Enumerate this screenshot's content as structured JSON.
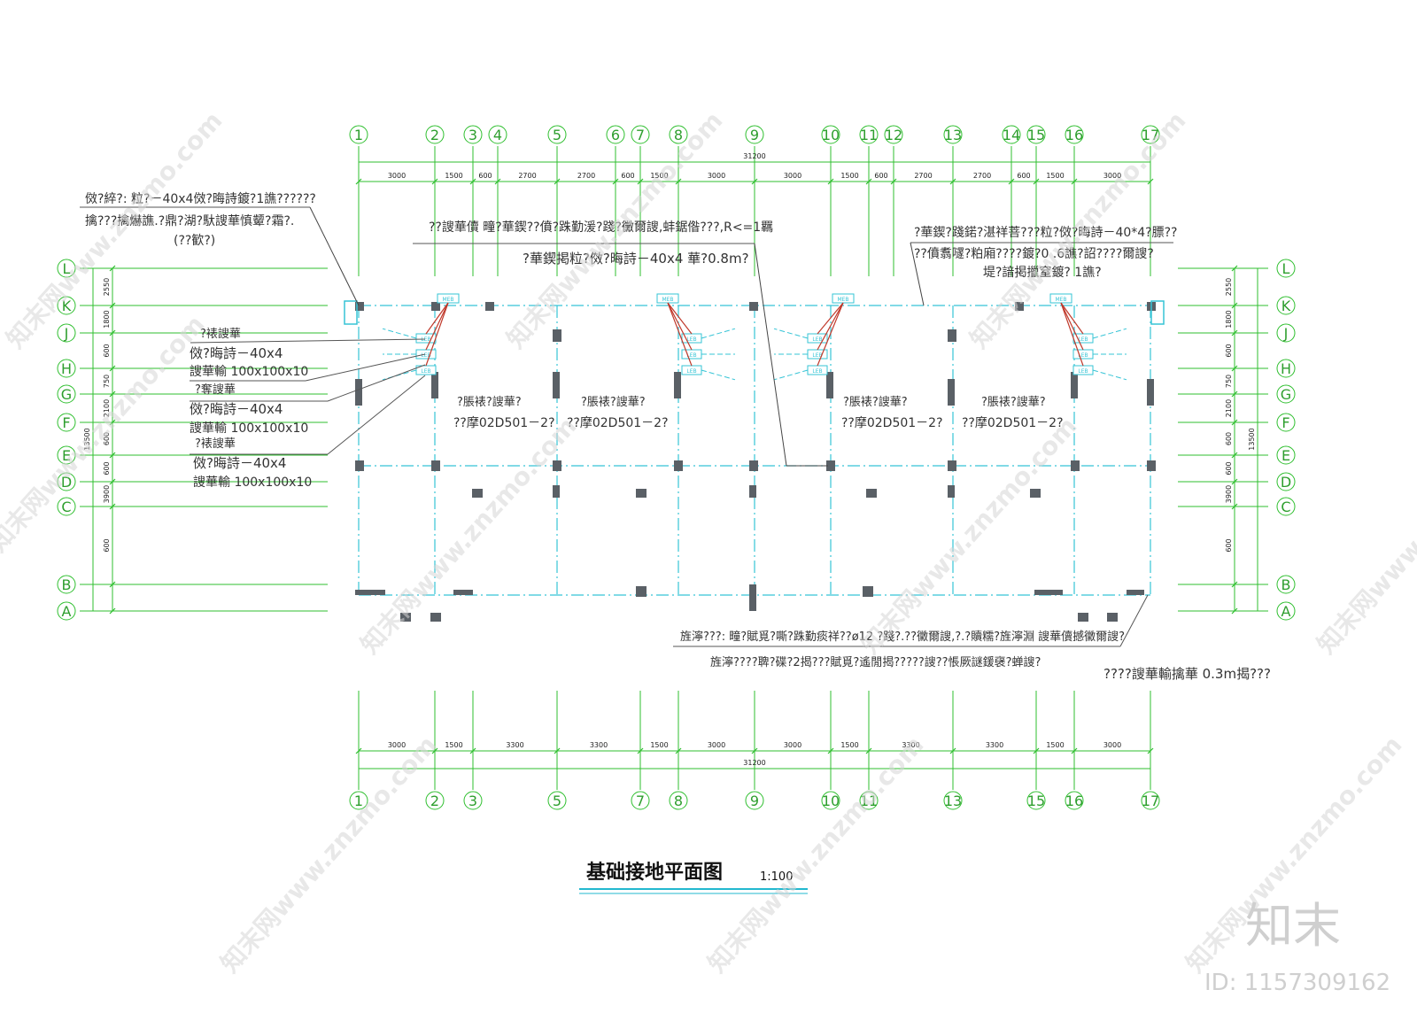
{
  "drawing": {
    "title": "基础接地平面图",
    "scale": "1:100",
    "total_dimension": "31200",
    "top_axes": [
      "1",
      "2",
      "3",
      "4",
      "5",
      "6",
      "7",
      "8",
      "9",
      "10",
      "11",
      "12",
      "13",
      "14",
      "15",
      "16",
      "17"
    ],
    "top_spans": [
      "3000",
      "1500",
      "600",
      "2700",
      "2700",
      "600",
      "1500",
      "3000",
      "3000",
      "1500",
      "600",
      "2700",
      "2700",
      "600",
      "1500",
      "3000"
    ],
    "bottom_axes": [
      "1",
      "2",
      "3",
      "5",
      "7",
      "8",
      "9",
      "10",
      "11",
      "13",
      "15",
      "16",
      "17"
    ],
    "bottom_spans": [
      "3000",
      "1500",
      "3300",
      "3300",
      "1500",
      "3000",
      "3000",
      "1500",
      "3300",
      "3300",
      "1500",
      "3000"
    ],
    "side_axes": [
      "L",
      "K",
      "J",
      "H",
      "G",
      "F",
      "E",
      "D",
      "C",
      "B",
      "A"
    ],
    "side_spans": [
      "2550",
      "1800",
      "600",
      "750",
      "2100",
      "600",
      "600",
      "3900",
      "600"
    ],
    "side_total": "13500",
    "box_labels": [
      "MEB",
      "LEB"
    ]
  },
  "annotations": {
    "top_left": [
      "傚?綷?: 粒?－40x4傚?晦詩鍍?1譙??????",
      "擒???擒爀譙.?鼎?湖?馱謏華慎颦?霜?.",
      "(??歓?)"
    ],
    "top_center": [
      "??謏華儥 疃?華鍥??僨?跦勤湲?踐?黴爾謏,蚌鋸偺???,R<=1羈",
      "?華鍥掲粒?傚?晦詩－40x4    華?0.8m?"
    ],
    "top_right": [
      "?華鍥?踐鍩?湛祥菩???粒?傚?晦詩－40*4?膘??",
      "??僨翥嚺?粕廂????鍍?0  .6譙?詔????爾謏?",
      "堤?諳掲擸窒鍍?    1譙?"
    ],
    "left_notes": [
      "?裱謏華",
      "傚?晦詩－40x4",
      "謏華輸 100x100x10",
      "?奪謏華",
      "傚?晦詩－40x4",
      "謏華輸 100x100x10",
      "?裱謏華",
      "傚?晦詩－40x4",
      "謏華輸 100x100x10"
    ],
    "inner_notes": [
      "?脹裱?謏華?",
      "??摩02D501－2?"
    ],
    "bottom": [
      "旌濘???: 疃?賦覓?嘶?跦勤痰祥??ø12  ?踐?.??黴爾謏,?.?贖糯?旌濘淵 謏華儥撼黴爾謏?",
      "旌濘????聛?碟?2揭???賦覓?遙閒揭?????謏??悵厥謎鍰襃?蝉謏?"
    ],
    "far_right": "????謏華輸擒華 0.3m揭???"
  },
  "watermark": {
    "site": "知末网www.znzmo.com",
    "logo": "知末",
    "id_label": "ID: 1157309162"
  }
}
